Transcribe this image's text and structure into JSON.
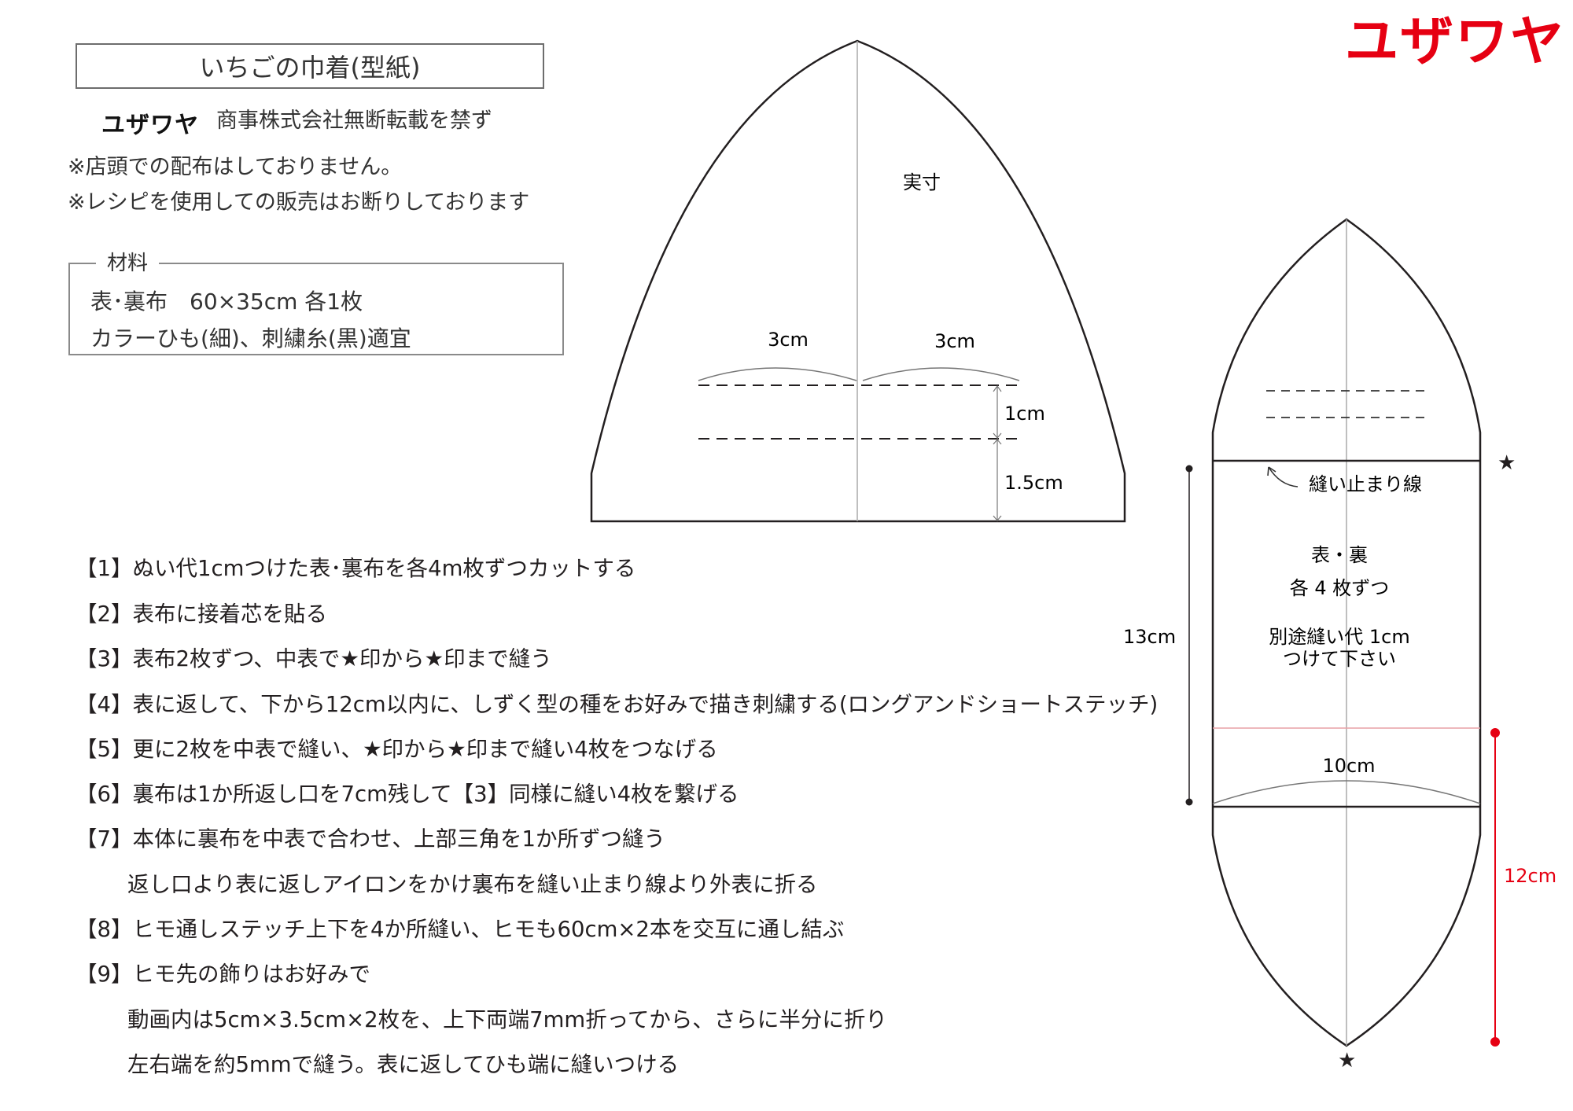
{
  "header": {
    "title": "いちごの巾着(型紙)",
    "logo_text": "ユザワヤ",
    "copyright": "商事株式会社無断転載を禁ず",
    "notes": [
      "※店頭での配布はしておりません。",
      "※レシピを使用しての販売はお断りしております"
    ]
  },
  "materials": {
    "title": "材料",
    "lines": [
      "表･裏布　60×35cm 各1枚",
      "カラーひも(細)、刺繍糸(黒)適宜"
    ]
  },
  "steps": [
    "【1】ぬい代1cmつけた表･裏布を各4m枚ずつカットする",
    "【2】表布に接着芯を貼る",
    "【3】表布2枚ずつ、中表で★印から★印まで縫う",
    "【4】表に返して、下から12cm以内に、しずく型の種をお好みで描き刺繍する(ロングアンドショートステッチ)",
    "【5】更に2枚を中表で縫い、★印から★印まで縫い4枚をつなげる",
    "【6】裏布は1か所返し口を7cm残して【3】同様に縫い4枚を繋げる",
    "【7】本体に裏布を中表で合わせ、上部三角を1か所ずつ縫う",
    "返し口より表に返しアイロンをかけ裏布を縫い止まり線より外表に折る",
    "【8】ヒモ通しステッチ上下を4か所縫い、ヒモも60cm×2本を交互に通し結ぶ",
    "【9】ヒモ先の飾りはお好みで",
    "動画内は5cm×3.5cm×2枚を、上下両端7mm折ってから、さらに半分に折り",
    "左右端を約5mmで縫う。表に返してひも端に縫いつける"
  ],
  "pattern_top": {
    "label_actual": "実寸",
    "dim_left": "3cm",
    "dim_right": "3cm",
    "dim_gap": "1cm",
    "dim_bottom": "1.5cm"
  },
  "pattern_main": {
    "stop_line_label": "縫い止まり線",
    "fabric_label": "表・裏",
    "count_label": "各 4 枚ずつ",
    "seam_note_1": "別途縫い代 1cm",
    "seam_note_2": "つけて下さい",
    "dim_height": "13cm",
    "dim_width": "10cm",
    "dim_red": "12cm",
    "star": "★"
  },
  "brand": {
    "logo_text": "ユザワヤ",
    "color": "#e60012"
  },
  "colors": {
    "accent_red": "#e60012",
    "text": "#231f20",
    "border": "#6d6d6d"
  }
}
